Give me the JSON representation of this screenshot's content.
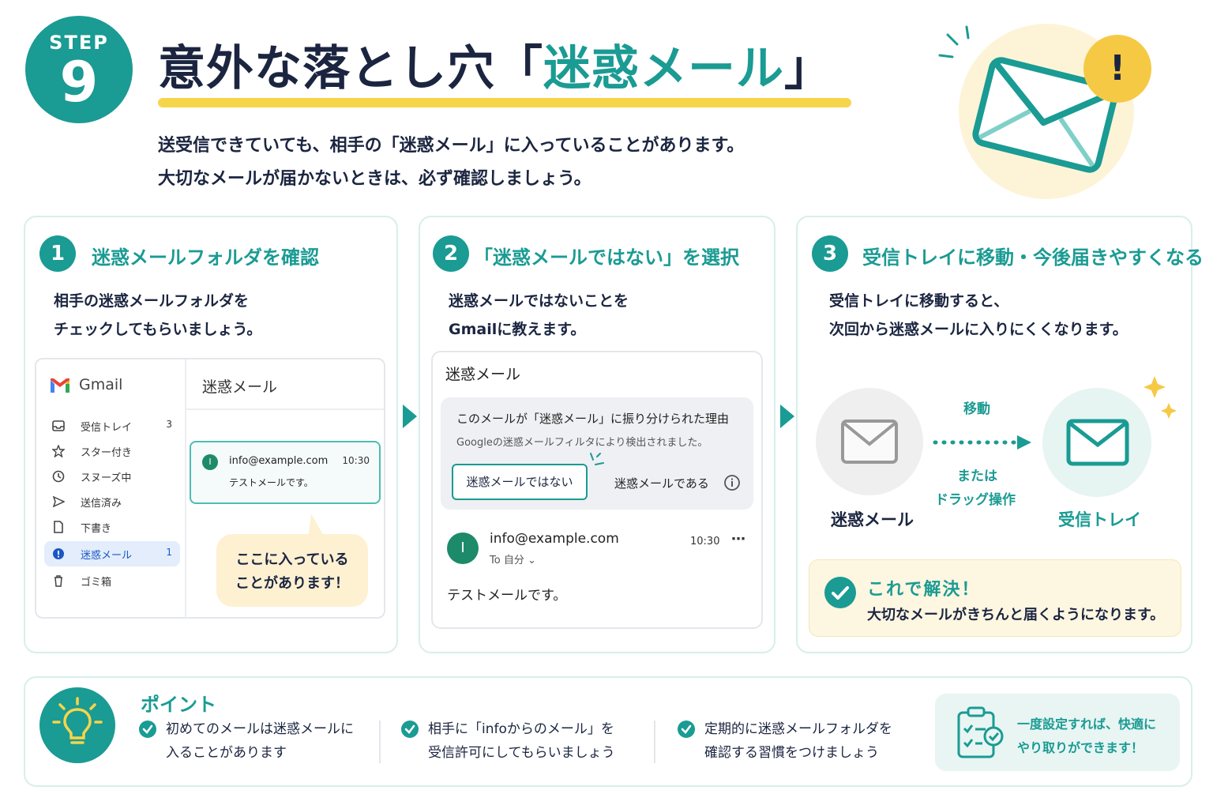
{
  "header": {
    "step_label": "STEP",
    "step_number": "9",
    "title_pre": "意外な落とし穴「",
    "title_highlight": "迷惑メール",
    "title_post": "」",
    "intro_line1": "送受信できていても、相手の「迷惑メール」に入っていることがあります。",
    "intro_line2": "大切なメールが届かないときは、必ず確認しましょう。",
    "badge": "!"
  },
  "steps": [
    {
      "number": "1",
      "title": "迷惑メールフォルダを確認",
      "text_line1": "相手の迷惑メールフォルダを",
      "text_line2": "チェックしてもらいましょう。"
    },
    {
      "number": "2",
      "title": "「迷惑メールではない」を選択",
      "text_line1": "迷惑メールではないことを",
      "text_line2": "Gmailに教えます。"
    },
    {
      "number": "3",
      "title": "受信トレイに移動・今後届きやすくなる",
      "text_line1": "受信トレイに移動すると、",
      "text_line2": "次回から迷惑メールに入りにくくなります。"
    }
  ],
  "gmail": {
    "logo_text": "Gmail",
    "folder_title": "迷惑メール",
    "nav": [
      {
        "label": "受信トレイ",
        "count": "3",
        "icon": "inbox-icon"
      },
      {
        "label": "スター付き",
        "count": "",
        "icon": "star-icon"
      },
      {
        "label": "スヌーズ中",
        "count": "",
        "icon": "clock-icon"
      },
      {
        "label": "送信済み",
        "count": "",
        "icon": "send-icon"
      },
      {
        "label": "下書き",
        "count": "",
        "icon": "draft-icon"
      },
      {
        "label": "迷惑メール",
        "count": "1",
        "icon": "spam-icon"
      },
      {
        "label": "ゴミ箱",
        "count": "",
        "icon": "trash-icon"
      }
    ],
    "mail": {
      "avatar": "I",
      "from": "info@example.com",
      "time": "10:30",
      "subject": "テストメールです。"
    },
    "bubble_line1": "ここに入っている",
    "bubble_line2": "ことがあります！"
  },
  "spam_panel": {
    "title": "迷惑メール",
    "reason_title": "このメールが「迷惑メール」に振り分けられた理由",
    "reason_text": "Googleの迷惑メールフィルタにより検出されました。",
    "not_spam_button": "迷惑メールではない",
    "is_spam_button": "迷惑メールである",
    "mail_avatar": "I",
    "mail_from": "info@example.com",
    "mail_to": "To 自分",
    "mail_time": "10:30",
    "mail_body": "テストメールです。"
  },
  "move": {
    "from_label": "迷惑メール",
    "to_label": "受信トレイ",
    "arrow_label": "移動",
    "alt_line1": "または",
    "alt_line2": "ドラッグ操作"
  },
  "solved": {
    "title": "これで解決！",
    "text": "大切なメールがきちんと届くようになります。"
  },
  "points": {
    "title": "ポイント",
    "items": [
      {
        "line1": "初めてのメールは迷惑メールに",
        "line2": "入ることがあります"
      },
      {
        "line1": "相手に「infoからのメール」を",
        "line2": "受信許可にしてもらいましょう"
      },
      {
        "line1": "定期的に迷惑メールフォルダを",
        "line2": "確認する習慣をつけましょう"
      }
    ],
    "tip_line1": "一度設定すれば、快適に",
    "tip_line2": "やり取りができます！"
  },
  "colors": {
    "accent": "#1a9b93",
    "highlight": "#f6d54b",
    "navy": "#1b2540",
    "cream": "#fdf6e1"
  }
}
